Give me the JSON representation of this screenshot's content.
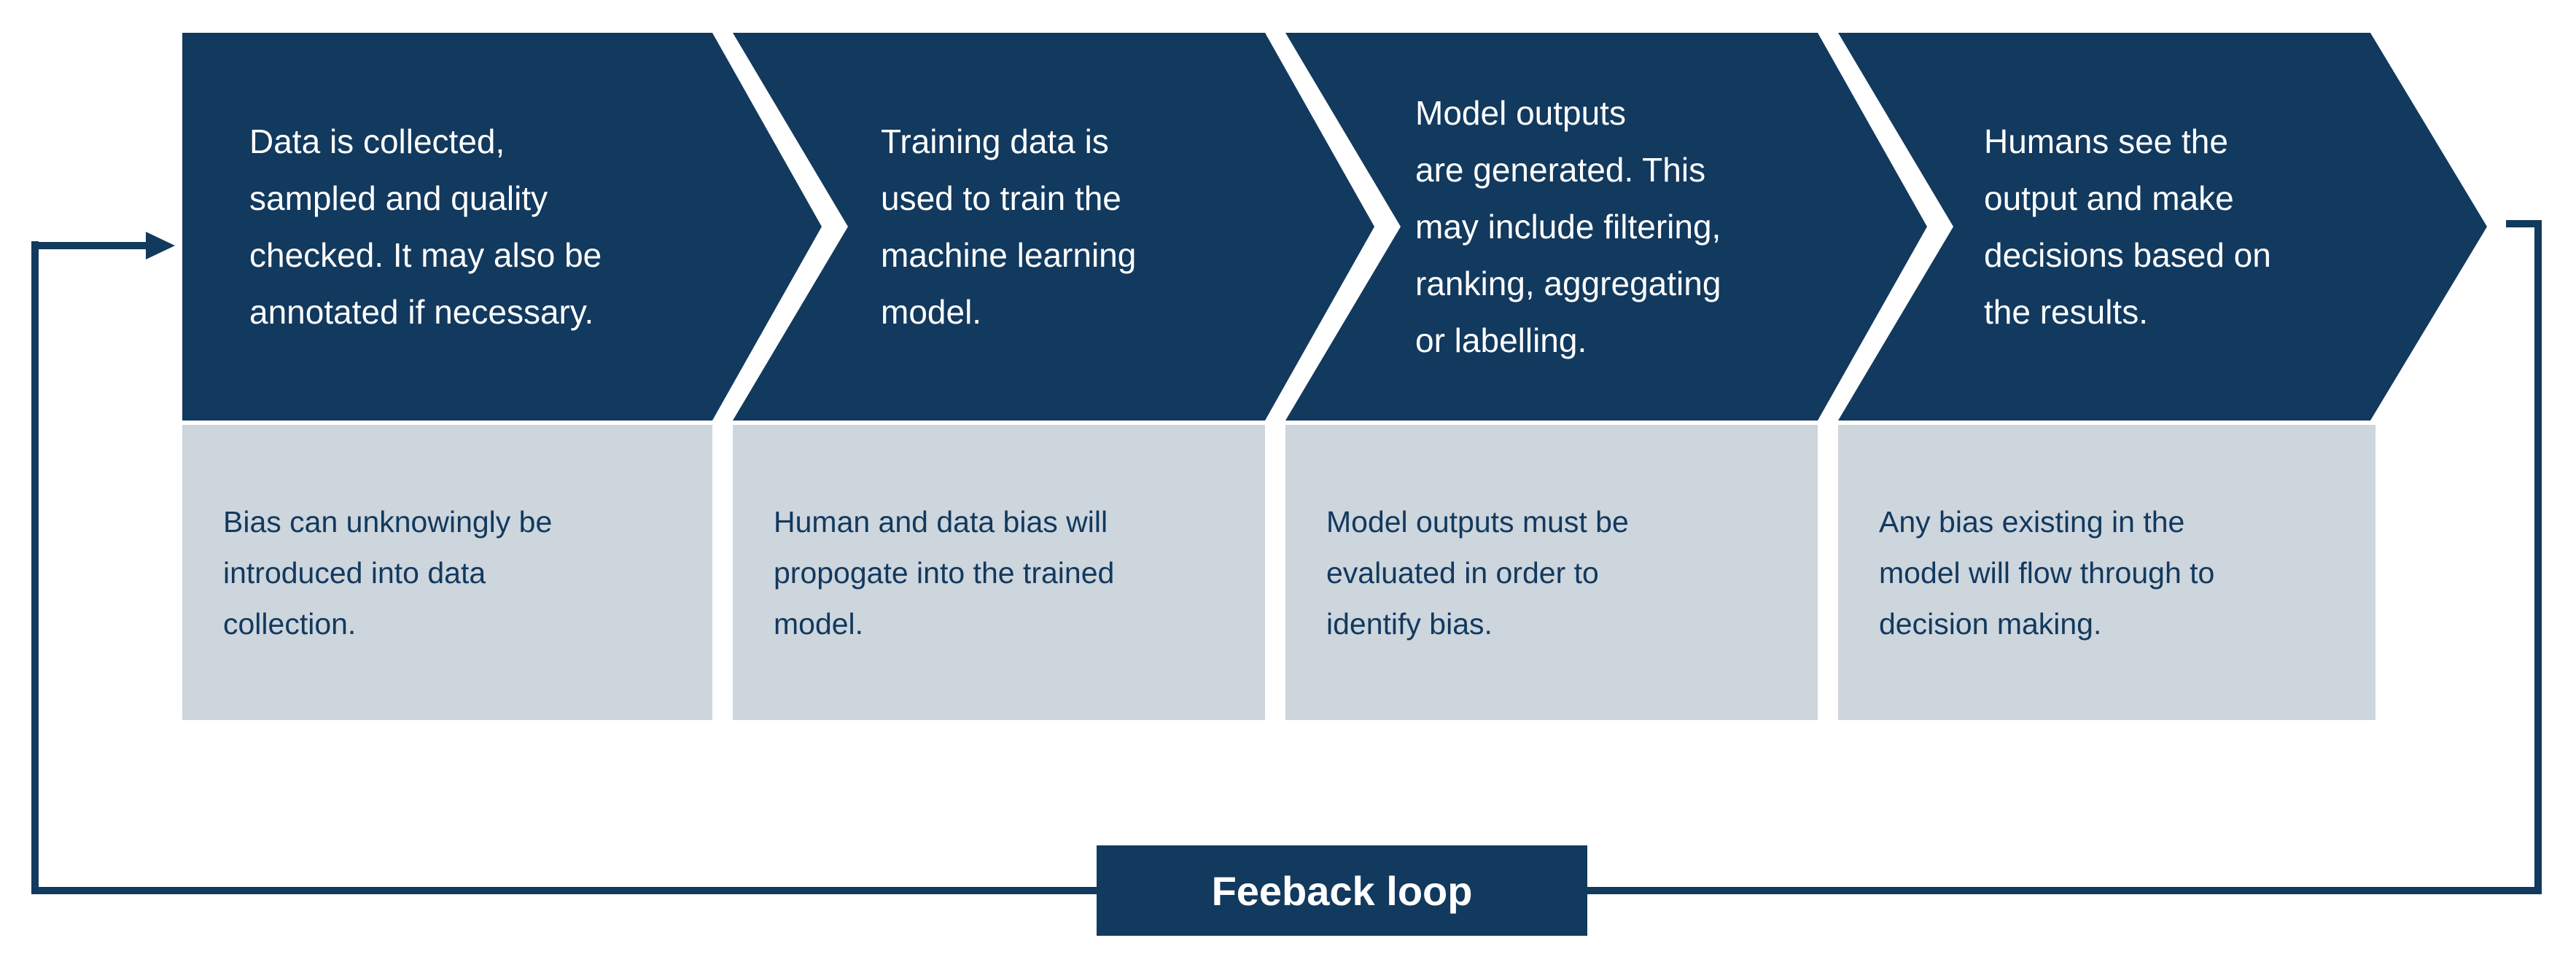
{
  "colors": {
    "navy": "#12395E",
    "panel_gray": "#CDD5DD",
    "text_white": "#FFFFFF"
  },
  "stages": [
    {
      "step": "Data is collected,\nsampled and quality\nchecked. It may also be\nannotated if necessary.",
      "bias": "Bias can unknowingly be\nintroduced into data\ncollection."
    },
    {
      "step": "Training data is\nused to train the\nmachine learning\nmodel.",
      "bias": "Human and data bias will\npropogate into the trained\nmodel."
    },
    {
      "step": "Model outputs\nare generated. This\nmay include filtering,\nranking, aggregating\nor labelling.",
      "bias": "Model outputs must be\nevaluated in order to\nidentify bias."
    },
    {
      "step": "Humans see the\noutput and make\ndecisions based on\nthe results.",
      "bias": "Any bias existing in the\nmodel will flow through to\ndecision making."
    }
  ],
  "feedback": {
    "label": "Feeback loop"
  }
}
